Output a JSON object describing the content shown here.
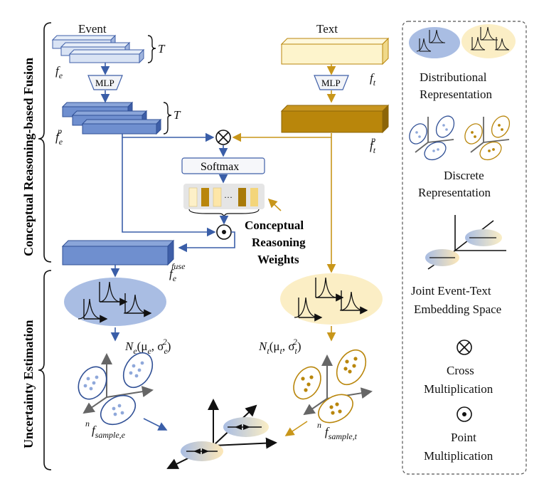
{
  "sections": {
    "fusion": "Conceptual Reasoning-based Fusion",
    "uncertainty": "Uncertainty Estimation"
  },
  "inputs": {
    "event": "Event",
    "text": "Text",
    "T_top": "T",
    "T_mid": "T"
  },
  "modules": {
    "mlp_event": "MLP",
    "mlp_text": "MLP",
    "softmax": "Softmax",
    "ellipsis": "···",
    "weights_line1": "Conceptual",
    "weights_line2": "Reasoning",
    "weights_line3": "Weights"
  },
  "symbols": {
    "f_e_base": "f",
    "f_e_sub": "e",
    "f_t_base": "f",
    "f_t_sub": "t",
    "f_ep_base": "f",
    "f_ep_sub": "e",
    "f_ep_sup": "p",
    "f_tp_base": "f",
    "f_tp_sub": "t",
    "f_tp_sup": "p",
    "f_fuse_base": "f",
    "f_fuse_sub": "e",
    "f_fuse_sup": "fuse",
    "N_e": "N",
    "N_e_sub": "e",
    "N_e_args": "(μ",
    "N_e_args_sub": "e",
    "N_e_sigma": ", σ",
    "N_e_sigma_sub": "e",
    "N_e_sigma_sup": "2",
    "N_e_close": ")",
    "N_t": "N",
    "N_t_sub": "t",
    "N_t_args": "(μ",
    "N_t_args_sub": "t",
    "N_t_sigma": ", σ",
    "N_t_sigma_sub": "t",
    "N_t_sigma_sup": "2",
    "N_t_close": ")",
    "fs_e_base": "f",
    "fs_e_sub": "sample,e",
    "fs_e_sup": "n",
    "fs_t_base": "f",
    "fs_t_sub": "sample,t",
    "fs_t_sup": "n"
  },
  "legend": {
    "distributional_1": "Distributional",
    "distributional_2": "Representation",
    "discrete_1": "Discrete",
    "discrete_2": "Representation",
    "joint_1": "Joint Event-Text",
    "joint_2": "Embedding Space",
    "cross_1": "Cross",
    "cross_2": "Multiplication",
    "point_1": "Point",
    "point_2": "Multiplication"
  },
  "colors": {
    "event_fill": "#d9e3f4",
    "event_mid": "#6f8fcf",
    "event_dark": "#3f5fa8",
    "event_cloud": "#a9bde3",
    "text_fill": "#fdf4cc",
    "text_dark": "#b9860b",
    "text_cloud": "#fbeec5",
    "arrow_blue": "#3a5ea8",
    "arrow_gold": "#c8961a"
  }
}
